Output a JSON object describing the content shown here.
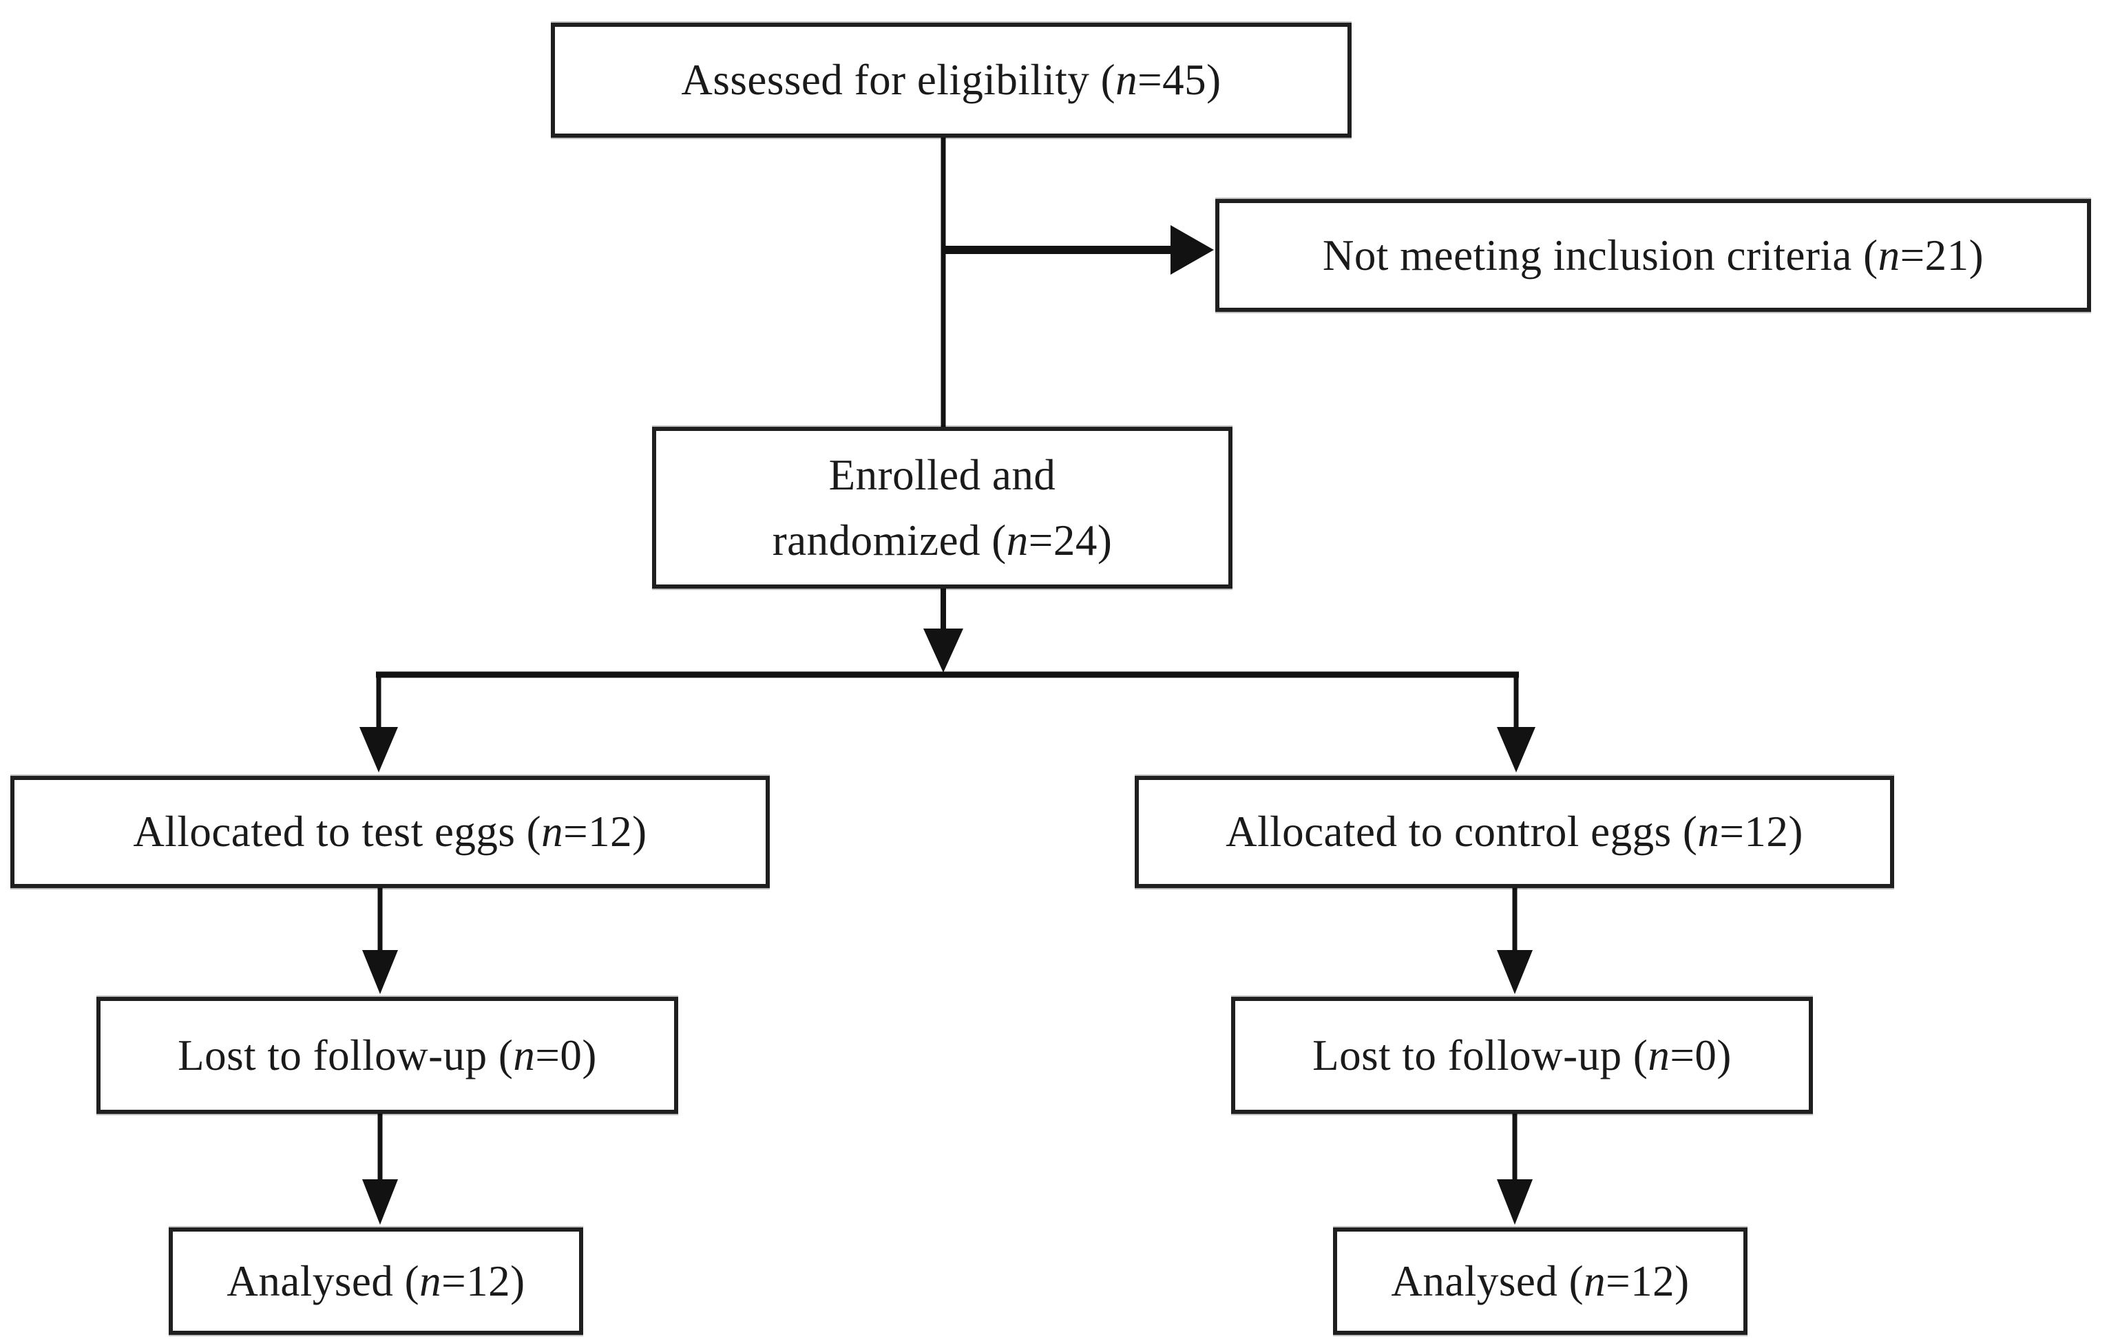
{
  "figure": {
    "kind": "participant-flow-diagram",
    "colors": {
      "background": "#ffffff",
      "box_fill": "#ffffff",
      "box_border": "#1f1f1f",
      "text": "#1a1a1a",
      "connector": "#121212"
    },
    "nodes": {
      "assessed": {
        "pre": "Assessed for eligibility (",
        "n": "n",
        "post": "=45)",
        "count": 45
      },
      "not_meeting": {
        "pre": "Not meeting inclusion criteria (",
        "n": "n",
        "post": "=21)",
        "count": 21
      },
      "enrolled": {
        "line1": "Enrolled and",
        "pre": "randomized (",
        "n": "n",
        "post": "=24)",
        "count": 24
      },
      "alloc_test": {
        "pre": "Allocated to test eggs (",
        "n": "n",
        "post": "=12)",
        "count": 12
      },
      "alloc_control": {
        "pre": "Allocated to control eggs (",
        "n": "n",
        "post": "=12)",
        "count": 12
      },
      "lost_left": {
        "pre": "Lost to follow-up (",
        "n": "n",
        "post": "=0)",
        "count": 0
      },
      "lost_right": {
        "pre": "Lost to follow-up (",
        "n": "n",
        "post": "=0)",
        "count": 0
      },
      "analysed_left": {
        "pre": "Analysed (",
        "n": "n",
        "post": "=12)",
        "count": 12
      },
      "analysed_right": {
        "pre": "Analysed (",
        "n": "n",
        "post": "=12)",
        "count": 12
      }
    },
    "edges": [
      {
        "from": "assessed",
        "to": "not_meeting",
        "arrow": "right"
      },
      {
        "from": "assessed",
        "to": "enrolled",
        "arrow": "none"
      },
      {
        "from": "enrolled",
        "to": "alloc_test",
        "arrow": "down"
      },
      {
        "from": "enrolled",
        "to": "alloc_control",
        "arrow": "down"
      },
      {
        "from": "alloc_test",
        "to": "lost_left",
        "arrow": "down"
      },
      {
        "from": "alloc_control",
        "to": "lost_right",
        "arrow": "down"
      },
      {
        "from": "lost_left",
        "to": "analysed_left",
        "arrow": "down"
      },
      {
        "from": "lost_right",
        "to": "analysed_right",
        "arrow": "down"
      }
    ]
  }
}
